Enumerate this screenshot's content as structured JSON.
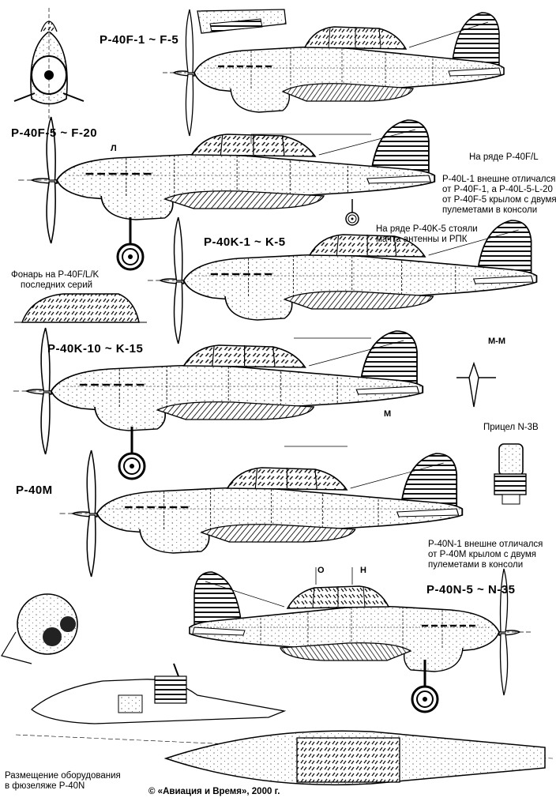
{
  "variants": {
    "f1": "P-40F-1 ~ F-5",
    "f5": "P-40F-5 ~ F-20",
    "k1": "P-40K-1 ~ K-5",
    "k10": "P-40K-10 ~ K-15",
    "m": "P-40M",
    "n5": "P-40N-5 ~ N-35"
  },
  "notes": {
    "p40f_l": "На ряде P-40F/L",
    "p40l1_lines": [
      "P-40L-1 внешне отличался",
      "от P-40F-1, а P-40L-5-L-20",
      "от P-40F-5 крылом с двумя",
      "пулеметами в консоли"
    ],
    "p40k5_lines": [
      "На ряде P-40K-5 стояли",
      "мачта антенны и РПК"
    ],
    "canopy_lines": [
      "Фонарь на P-40F/L/K",
      "последних серий"
    ],
    "sight": "Прицел N-3B",
    "p40n1_lines": [
      "P-40N-1 внешне отличался",
      "от  P-40M крылом с двумя",
      "пулеметами в консоли"
    ],
    "equipment_lines": [
      "Размещение оборудования",
      "в фюзеляже P-40N"
    ],
    "copyright": "© «Авиация и Время», 2000 г."
  },
  "markers": {
    "l": "Л",
    "m": "М",
    "mm": "М-М",
    "o": "О",
    "n": "Н"
  }
}
